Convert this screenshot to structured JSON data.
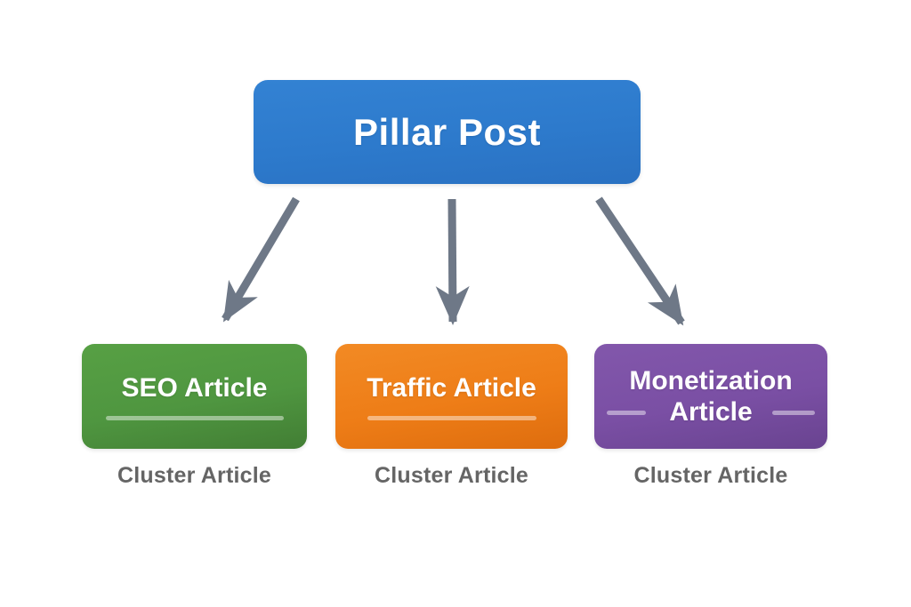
{
  "diagram": {
    "pillar": {
      "label": "Pillar Post",
      "color": "#2d7acc"
    },
    "clusters": [
      {
        "label": "SEO Article",
        "caption": "Cluster Article",
        "color": "#4f9640"
      },
      {
        "label": "Traffic Article",
        "caption": "Cluster Article",
        "color": "#ee7d17"
      },
      {
        "label": "Monetization Article",
        "caption": "Cluster Article",
        "color": "#7a4fa4"
      }
    ],
    "arrow_color": "#6e7887",
    "caption_color": "#656565",
    "background_color": "#ffffff"
  }
}
